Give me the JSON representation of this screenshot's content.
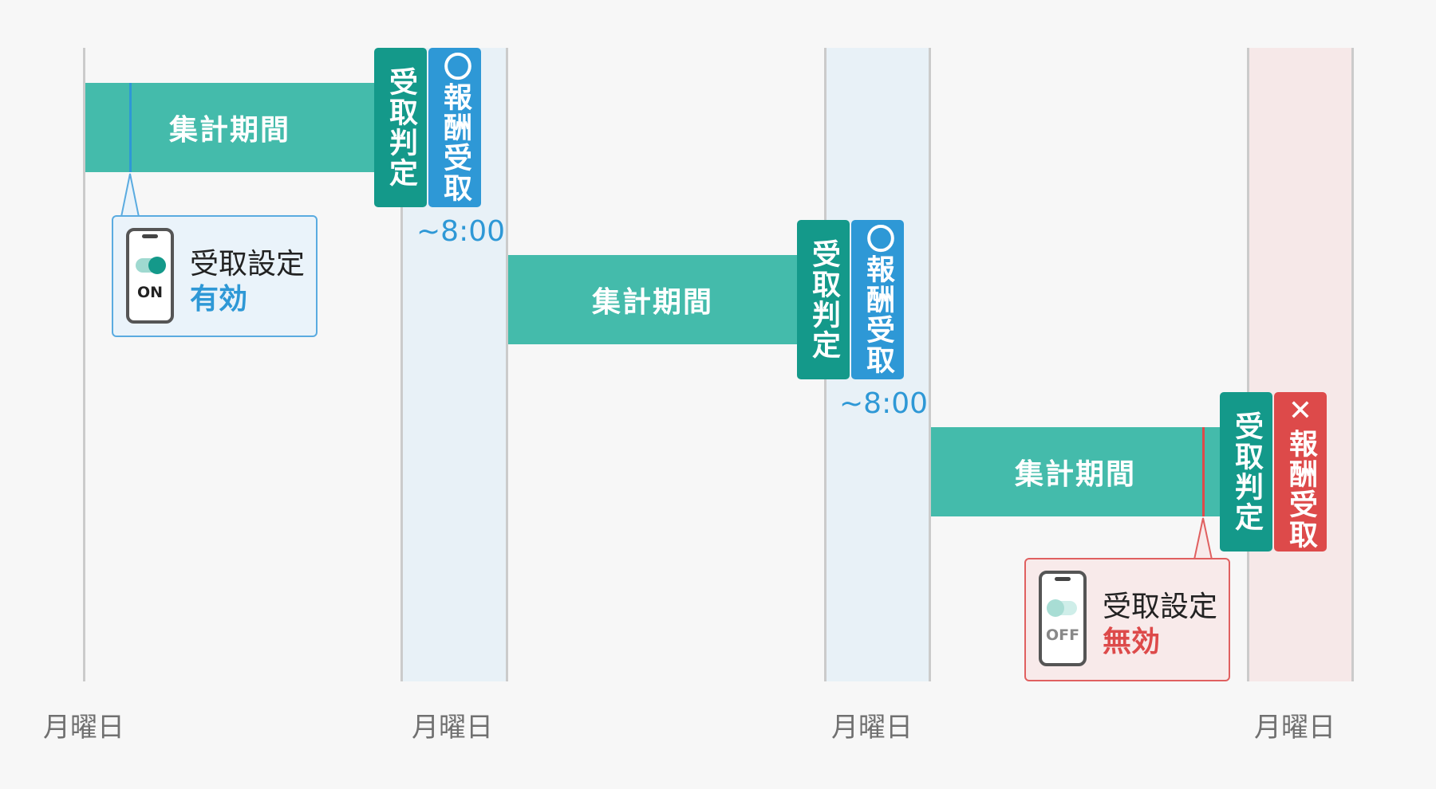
{
  "colors": {
    "background": "#f7f7f7",
    "period": "#44bbab",
    "judgment": "#14998a",
    "reward_ok": "#2e98d6",
    "reward_ng": "#dd4a4a",
    "shade_ok": "#e8f1f7",
    "shade_ng": "#f6e8e8",
    "on_accent": "#2e98d6",
    "off_accent": "#dd4a4a"
  },
  "days": [
    "月曜日",
    "月曜日",
    "月曜日",
    "月曜日"
  ],
  "weeks": [
    {
      "period_label": "集計期間",
      "judgment_label": "受取判定",
      "reward_mark": "〇",
      "reward_label": "報酬受取",
      "deadline": "~8:00"
    },
    {
      "period_label": "集計期間",
      "judgment_label": "受取判定",
      "reward_mark": "〇",
      "reward_label": "報酬受取",
      "deadline": "~8:00"
    },
    {
      "period_label": "集計期間",
      "judgment_label": "受取判定",
      "reward_mark": "✕",
      "reward_label": "報酬受取",
      "deadline": ""
    }
  ],
  "settings": [
    {
      "title": "受取設定",
      "value": "有効",
      "state": "ON",
      "icon": "phone-toggle-on-icon"
    },
    {
      "title": "受取設定",
      "value": "無効",
      "state": "OFF",
      "icon": "phone-toggle-off-icon"
    }
  ]
}
